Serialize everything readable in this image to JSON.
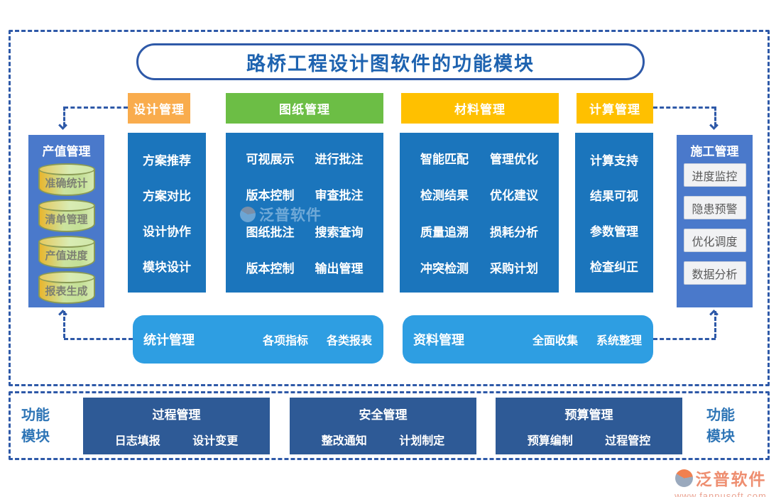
{
  "title": "路桥工程设计图软件的功能模块",
  "colors": {
    "frame_dash": "#2e59a8",
    "column_blue": "#1b75bc",
    "side_panel_blue": "#4a79cb",
    "header_orange": "#f9ac4d",
    "header_green": "#6cbe45",
    "header_gold": "#ffc000",
    "mid_bar_blue": "#2e9ee2",
    "bottom_navy": "#2e5a96",
    "title_text": "#1e63b0"
  },
  "columns": [
    {
      "header": "设计管理",
      "items": [
        "方案推荐",
        "方案对比",
        "设计协作",
        "模块设计"
      ]
    },
    {
      "header": "图纸管理",
      "items": [
        "可视展示",
        "进行批注",
        "版本控制",
        "审查批注",
        "图纸批注",
        "搜索查询",
        "版本控制",
        "输出管理"
      ]
    },
    {
      "header": "材料管理",
      "items": [
        "智能匹配",
        "管理优化",
        "检测结果",
        "优化建议",
        "质量追溯",
        "损耗分析",
        "冲突检测",
        "采购计划"
      ]
    },
    {
      "header": "计算管理",
      "items": [
        "计算支持",
        "结果可视",
        "参数管理",
        "检查纠正"
      ]
    }
  ],
  "left_panel": {
    "title": "产值管理",
    "cylinders": [
      "准确统计",
      "清单管理",
      "产值进度",
      "报表生成"
    ]
  },
  "right_panel": {
    "title": "施工管理",
    "buttons": [
      "进度监控",
      "隐患预警",
      "优化调度",
      "数据分析"
    ]
  },
  "mid_bars": [
    {
      "title": "统计管理",
      "items": [
        "各项指标",
        "各类报表"
      ]
    },
    {
      "title": "资料管理",
      "items": [
        "全面收集",
        "系统整理"
      ]
    }
  ],
  "side_labels": {
    "left": "功能\n模块",
    "right": "功能\n模块"
  },
  "bottom_modules": [
    {
      "title": "过程管理",
      "items": [
        "日志填报",
        "设计变更"
      ]
    },
    {
      "title": "安全管理",
      "items": [
        "整改通知",
        "计划制定"
      ]
    },
    {
      "title": "预算管理",
      "items": [
        "预算编制",
        "过程管控"
      ]
    }
  ],
  "watermark": {
    "text": "泛普软件"
  },
  "vendor": {
    "name": "泛普软件",
    "url": "www.fanpusoft.com"
  }
}
